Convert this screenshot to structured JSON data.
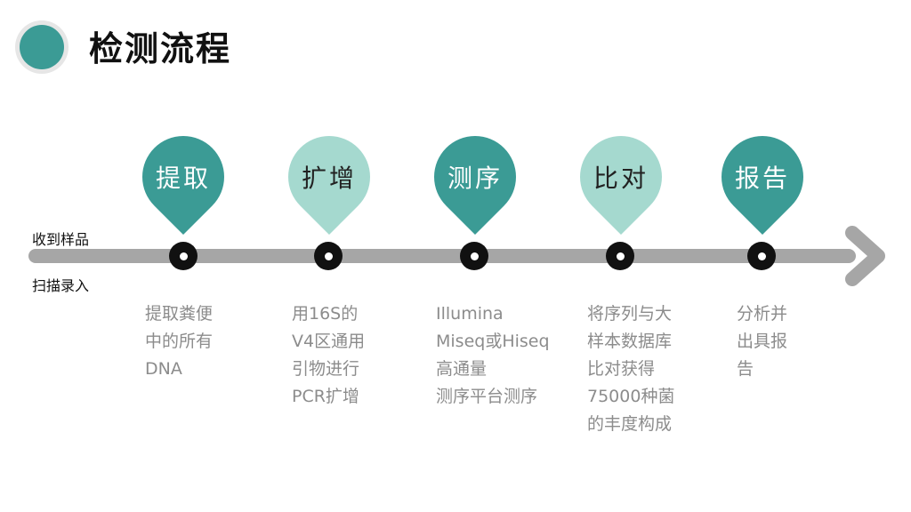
{
  "title": "检测流程",
  "timeline": {
    "start_top": "收到样品",
    "start_bottom": "扫描录入"
  },
  "steps": [
    {
      "label": "提取",
      "lines": [
        "提取粪便",
        "中的所有",
        "DNA"
      ]
    },
    {
      "label": "扩增",
      "lines": [
        "用16S的",
        "V4区通用",
        "引物进行",
        "PCR扩增"
      ]
    },
    {
      "label": "测序",
      "lines": [
        "Illumina",
        "Miseq或Hiseq",
        "高通量",
        "测序平台测序"
      ]
    },
    {
      "label": "比对",
      "lines": [
        "将序列与大",
        "样本数据库",
        "比对获得",
        "75000种菌",
        "的丰度构成"
      ]
    },
    {
      "label": "报告",
      "lines": [
        "分析并",
        "出具报",
        "告"
      ]
    }
  ],
  "colors": {
    "teal": "#3b9b95",
    "light_teal": "#a5d9cf",
    "timeline": "#a6a6a6"
  }
}
